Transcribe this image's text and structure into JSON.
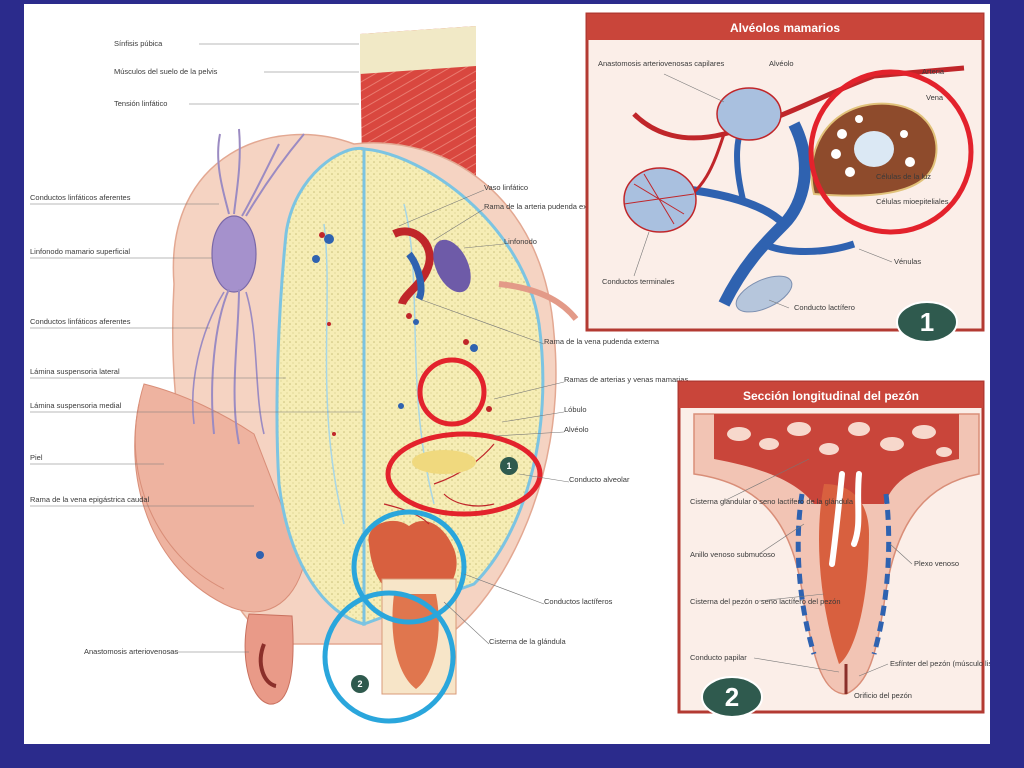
{
  "main": {
    "labels_left": [
      "Sínfisis púbica",
      "Músculos del suelo de la pelvis",
      "Tensión linfático",
      "Conductos linfáticos aferentes",
      "Linfonodo mamario superficial",
      "Conductos linfáticos aferentes",
      "Lámina suspensoria lateral",
      "Lámina suspensoria medial",
      "Piel",
      "Rama de la vena epigástrica caudal",
      "Anastomosis arteriovenosas"
    ],
    "labels_right": [
      "Vaso linfático",
      "Rama de la arteria pudenda externa",
      "Linfonodo",
      "Rama de la vena pudenda externa",
      "Ramas de arterias y venas mamarias",
      "Lóbulo",
      "Alvéolo",
      "Conducto alveolar",
      "Conductos lactíferos",
      "Cisterna de la glándula"
    ],
    "badges": [
      "1",
      "2"
    ]
  },
  "panel1": {
    "title": "Alvéolos mamarios",
    "labels": [
      "Anastomosis arteriovenosas capilares",
      "Alvéolo",
      "Arteria",
      "Vena",
      "Células de la luz",
      "Células mioepiteliales",
      "Conductos terminales",
      "Vénulas",
      "Conducto lactífero"
    ],
    "badge": "1"
  },
  "panel2": {
    "title": "Sección longitudinal del pezón",
    "labels": [
      "Cisterna glandular o seno lactífero de la glándula",
      "Anillo venoso submucoso",
      "Plexo venoso",
      "Cisterna del pezón o seno lactífero del pezón",
      "Conducto papilar",
      "Esfínter del pezón (músculo liso)",
      "Orificio del pezón"
    ],
    "badge": "2"
  },
  "colors": {
    "frame": "#2b2b8c",
    "panel_header": "#c9453a",
    "tissue_pink": "#f2c4b4",
    "gland_yellow": "#f6edb5",
    "muscle_red": "#d9473f",
    "vein_blue": "#2f62b0",
    "artery_red": "#c0262a",
    "highlight_red": "#e3222c",
    "highlight_cyan": "#2aa6dc",
    "badge_dark": "#2f5a4e"
  }
}
